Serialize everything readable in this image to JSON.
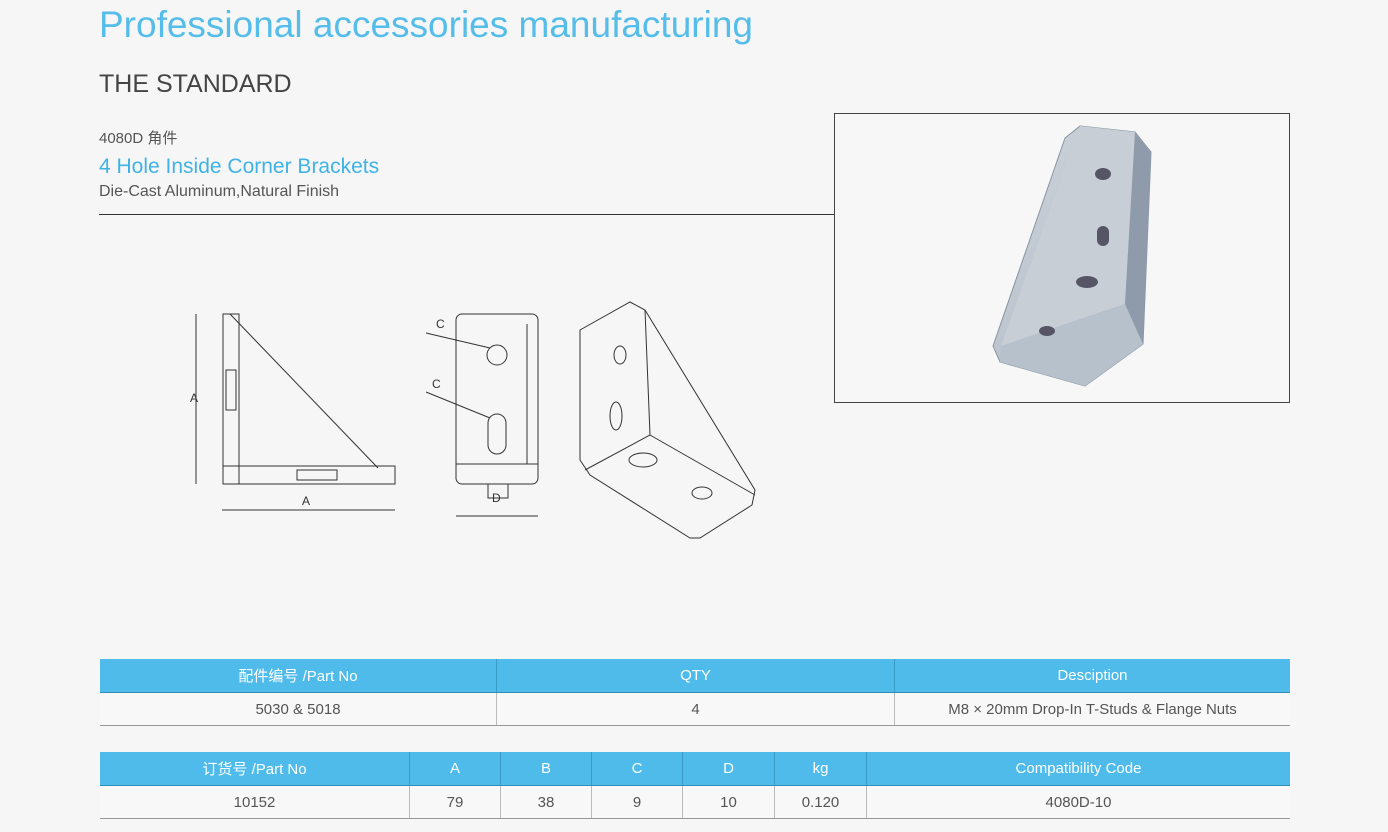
{
  "page": {
    "title": "Professional accessories manufacturing",
    "subtitle": "THE STANDARD",
    "product_code": "4080D 角件",
    "product_name": "4 Hole Inside Corner Brackets",
    "material": "Die-Cast Aluminum,Natural Finish"
  },
  "drawing": {
    "label_a": "A",
    "label_c": "C",
    "label_d": "D"
  },
  "table1": {
    "headers": [
      "配件编号 /Part No",
      "QTY",
      "Desciption"
    ],
    "row": [
      "5030 & 5018",
      "4",
      "M8 × 20mm Drop-In T-Studs & Flange Nuts"
    ]
  },
  "table2": {
    "headers": [
      "订货号 /Part No",
      "A",
      "B",
      "C",
      "D",
      "kg",
      "Compatibility Code"
    ],
    "row": [
      "10152",
      "79",
      "38",
      "9",
      "10",
      "0.120",
      "4080D-10"
    ]
  },
  "colors": {
    "accent": "#4fbbea"
  }
}
